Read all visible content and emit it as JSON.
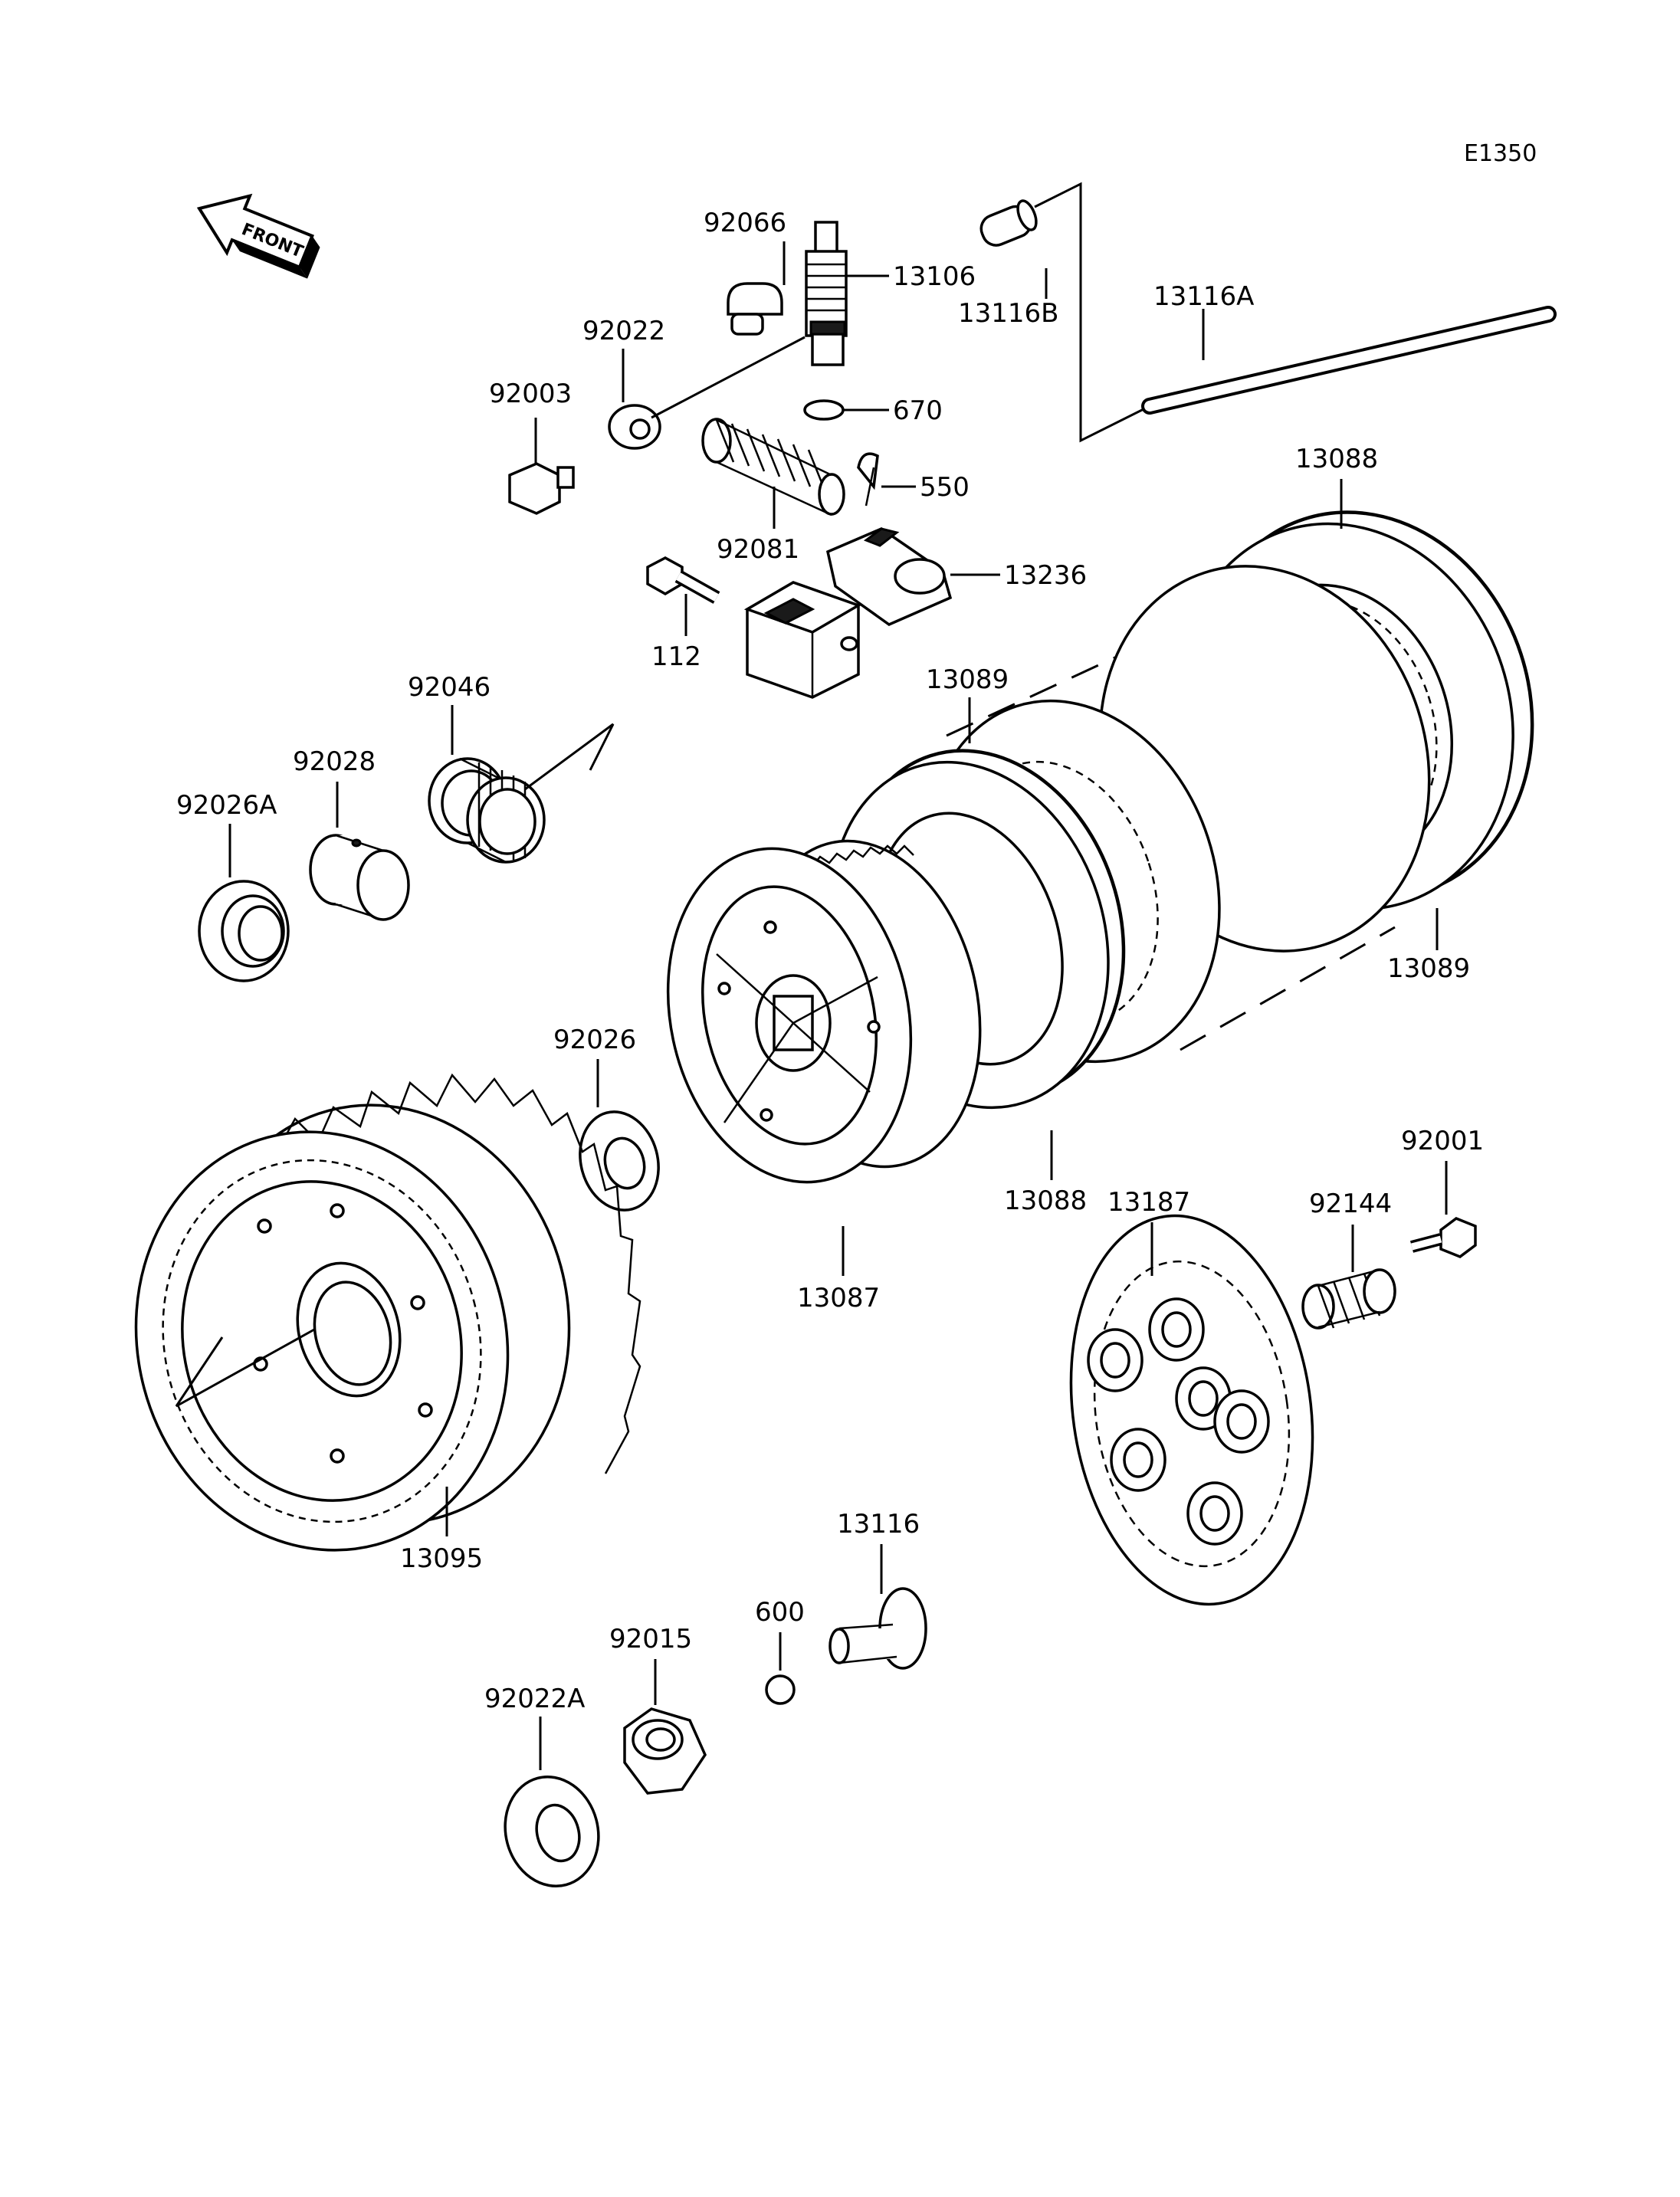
{
  "diagram_code": "E1350",
  "front_arrow": {
    "text": "FRONT",
    "icon": "front-arrow-icon"
  },
  "labels": {
    "p92066": "92066",
    "p13106": "13106",
    "p13116B": "13116B",
    "p13116A": "13116A",
    "p92022": "92022",
    "p92003": "92003",
    "p670": "670",
    "p550": "550",
    "p92081": "92081",
    "p13236": "13236",
    "p112": "112",
    "p13088_top": "13088",
    "p13089_top": "13089",
    "p13089_right": "13089",
    "p92046": "92046",
    "p92028": "92028",
    "p92026A": "92026A",
    "p92026": "92026",
    "p13088_bottom": "13088",
    "p13087": "13087",
    "p92001": "92001",
    "p92144": "92144",
    "p13187": "13187",
    "p13095": "13095",
    "p13116": "13116",
    "p600": "600",
    "p92015": "92015",
    "p92022A": "92022A"
  }
}
